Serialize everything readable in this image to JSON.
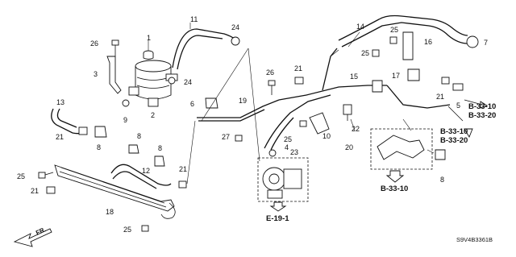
{
  "diagram": {
    "callouts": [
      "1",
      "2",
      "3",
      "4",
      "5",
      "6",
      "7",
      "8",
      "8",
      "8",
      "8",
      "9",
      "10",
      "11",
      "12",
      "13",
      "14",
      "15",
      "16",
      "17",
      "18",
      "19",
      "20",
      "21",
      "21",
      "21",
      "21",
      "21",
      "22",
      "23",
      "24",
      "24",
      "25",
      "25",
      "25",
      "25",
      "25",
      "26",
      "26",
      "27"
    ],
    "references": {
      "b3310_right_a": "B-33-10",
      "b3320_right_a": "B-33-20",
      "b3310_right_b": "B-33-10",
      "b3320_right_b": "B-33-20",
      "b3310_bottom": "B-33-10",
      "e191": "E-19-1"
    },
    "direction_label": "FR.",
    "diagram_code": "S9V4B3361B"
  }
}
